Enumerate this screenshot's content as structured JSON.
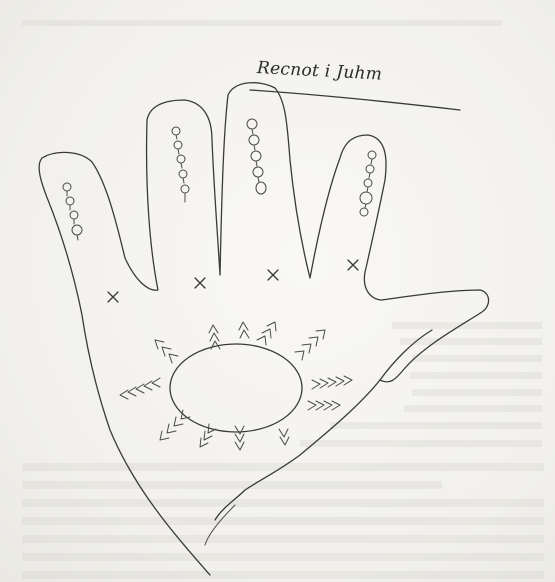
{
  "drawing": {
    "caption": "Recnot i Juhm",
    "subject": "hand-outline",
    "ink_color": "#3a3a3a",
    "paper_color": "#f6f5f1",
    "finger_bead_counts": [
      4,
      5,
      5,
      5
    ],
    "palm_cross_marks": 4,
    "sun_ray_groups": 12
  }
}
